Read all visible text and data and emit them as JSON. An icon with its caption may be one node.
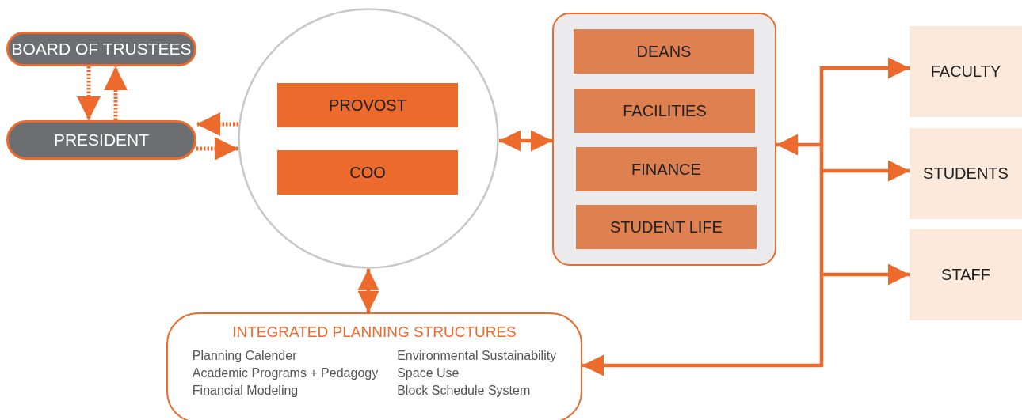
{
  "diagram": {
    "nodes": [
      {
        "text": [
          "BOARD OF TRUSTEES"
        ]
      },
      {
        "text": [
          "PRESIDENT"
        ]
      },
      {
        "text": [],
        "shape": "circle"
      },
      {
        "text": [
          "PROVOST"
        ],
        "in": 2
      },
      {
        "text": [
          "COO"
        ],
        "in": 2
      },
      {
        "text": [],
        "shape": "box"
      },
      {
        "text": [
          "DEANS"
        ],
        "in": 5
      },
      {
        "text": [
          "FACILITIES"
        ],
        "in": 5
      },
      {
        "text": [
          "FINANCE"
        ],
        "in": 5
      },
      {
        "text": [
          "STUDENT LIFE"
        ],
        "in": 5
      },
      {
        "text": [
          "FACULTY"
        ]
      },
      {
        "text": [
          "STUDENTS"
        ]
      },
      {
        "text": [
          "STAFF"
        ]
      },
      {
        "text": [
          "INTEGRATED PLANNING STRUCTURES",
          "Planning Calender",
          "Academic Programs + Pedagogy",
          "Financial Modeling",
          "Environmental Sustainability",
          "Space Use",
          "Block Schedule System"
        ]
      }
    ],
    "edges": [
      {
        "from": 0,
        "to": 1,
        "arrow": "to",
        "style": "dashed"
      },
      {
        "from": 1,
        "to": 0,
        "arrow": "to",
        "style": "dashed"
      },
      {
        "from": 2,
        "to": 1,
        "arrow": "to",
        "style": "dashed"
      },
      {
        "from": 1,
        "to": 2,
        "arrow": "to",
        "style": "dashed"
      },
      {
        "from": 2,
        "to": 5,
        "arrow": "both"
      },
      {
        "from": 2,
        "to": 13,
        "arrow": "both"
      },
      {
        "from": null,
        "to": 10,
        "arrow": "to"
      },
      {
        "from": null,
        "to": 5,
        "arrow": "to"
      },
      {
        "from": null,
        "to": 11,
        "arrow": "to"
      },
      {
        "from": null,
        "to": 12,
        "arrow": "to"
      },
      {
        "from": null,
        "to": 13,
        "arrow": "to"
      }
    ]
  }
}
